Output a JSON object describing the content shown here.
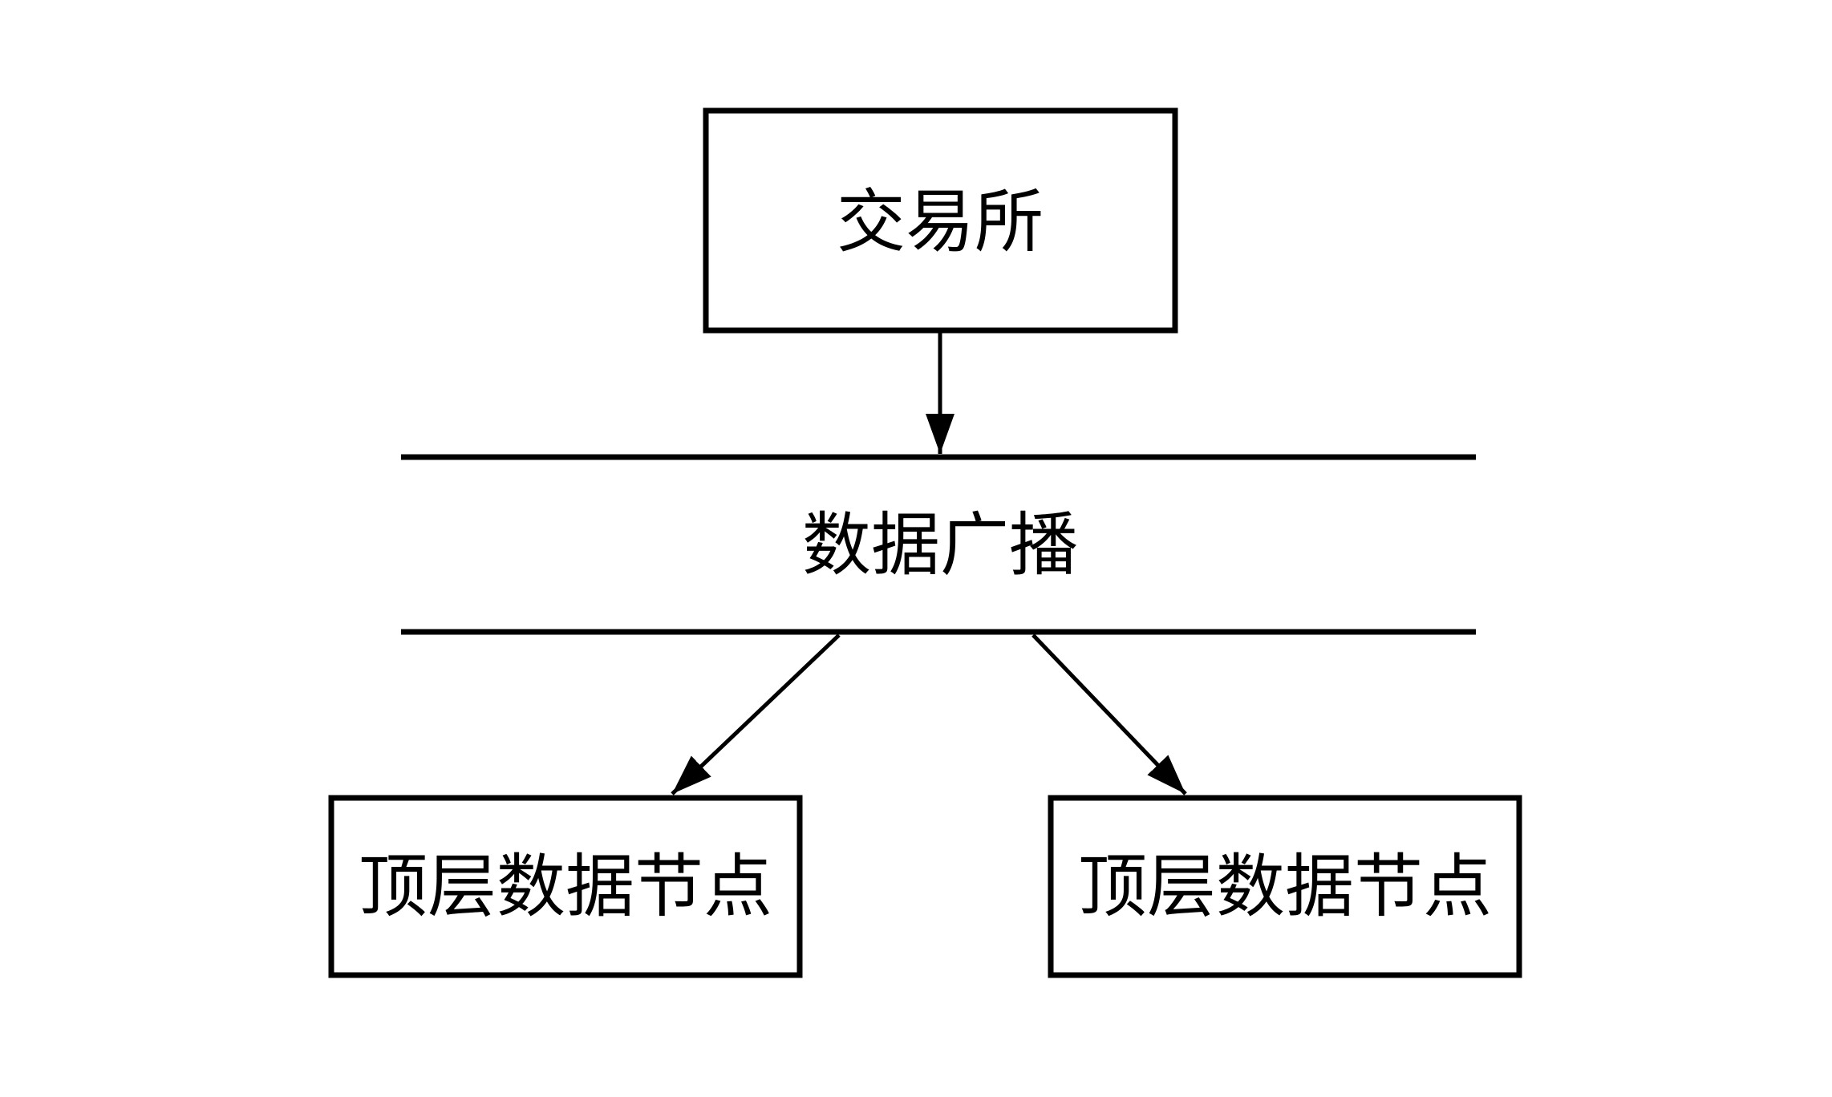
{
  "colors": {
    "ink": "#000000",
    "paper": "#ffffff"
  },
  "diagram": {
    "type": "flowchart",
    "nodes": {
      "exchange": {
        "label": "交易所",
        "shape": "rect"
      },
      "broadcast_bus": {
        "label": "数据广播",
        "shape": "bus-between-two-horizontal-lines"
      },
      "top_node_left": {
        "label": "顶层数据节点",
        "shape": "rect"
      },
      "top_node_right": {
        "label": "顶层数据节点",
        "shape": "rect"
      }
    },
    "edges": [
      {
        "from": "exchange",
        "to": "broadcast_bus",
        "type": "solid-arrow"
      },
      {
        "from": "broadcast_bus",
        "to": "top_node_left",
        "type": "solid-arrow"
      },
      {
        "from": "broadcast_bus",
        "to": "top_node_right",
        "type": "solid-arrow"
      }
    ]
  }
}
